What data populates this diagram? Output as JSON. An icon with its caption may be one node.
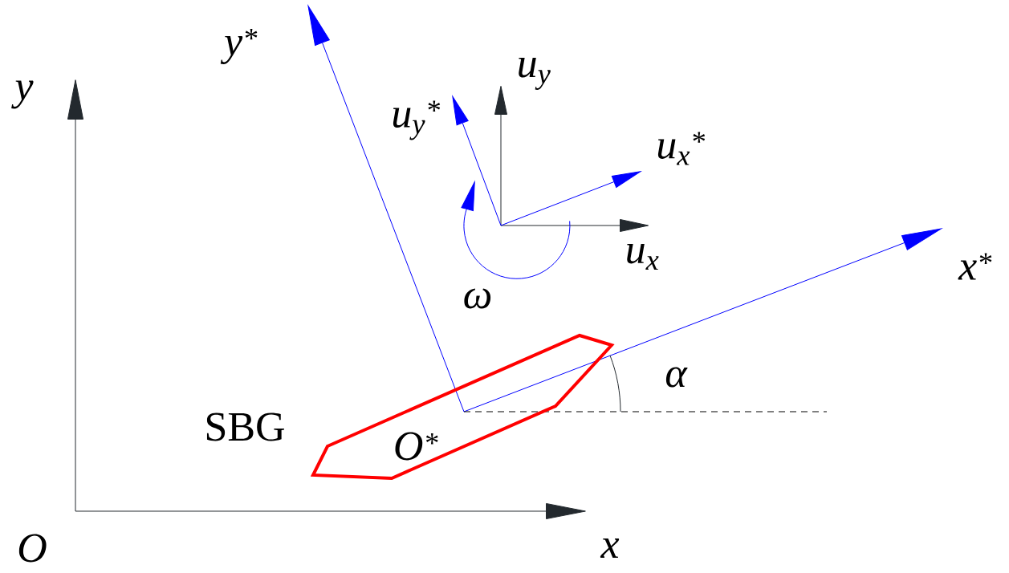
{
  "diagram": {
    "labels": [
      "y$^{*}$",
      "y",
      "u$_{y}$",
      "u$_{y}$$^{*}$",
      "u$_{x}$$^{*}$",
      "x$^{*}$",
      "u$_{x}$",
      "ω",
      "α",
      "SBG",
      "O$^{*}$",
      "O",
      "x"
    ]
  }
}
